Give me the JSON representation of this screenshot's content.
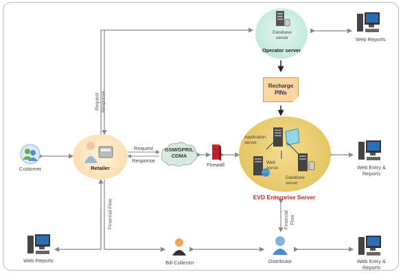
{
  "nodes": {
    "operator_db": "Database server",
    "operator_server": "Operator server",
    "web_reports_top": "Web Reports",
    "recharge_pins": "Recharge PINs",
    "customer": "Customer",
    "retailer": "Retailer",
    "network": "GSM/GPRS, CDMA",
    "firewall": "Firewall",
    "app_server": "Application server",
    "web_server": "Web server",
    "db_server": "Database server",
    "evd_server": "EVD Enterprise Server",
    "web_entry_top": "Web Entry & Reports",
    "web_reports_bottom": "Web Reports",
    "bill_collector": "Bill Collector",
    "distributor": "Distributor",
    "web_entry_bottom": "Web Entry & Reports"
  },
  "edges": {
    "request": "Request",
    "response": "Response",
    "request_vert": "Request",
    "response_vert": "Response",
    "financial_flow_retailer": "Financial Flow",
    "financial_flow_distributor": "Financial Flow"
  },
  "colors": {
    "operator_ellipse": "#c9ede3",
    "evd_ellipse": "#e8cc6a",
    "retailer_ellipse": "#fde3bb",
    "arrow": "#888888",
    "accent_red": "#d12020"
  },
  "icons": {
    "server": "server-icon",
    "computer": "computer-icon",
    "person": "person-icon",
    "firewall": "firewall-icon",
    "cloud": "cloud-icon"
  }
}
